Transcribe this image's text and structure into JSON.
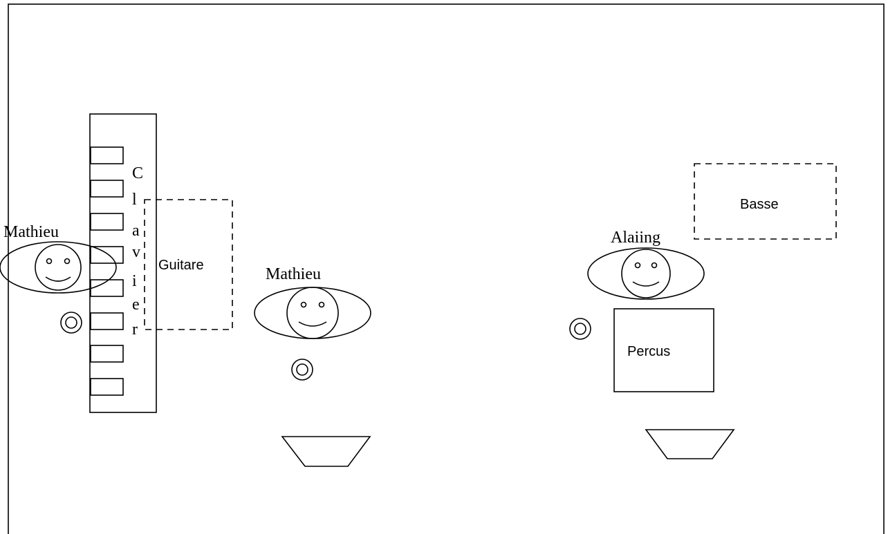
{
  "labels": {
    "mathieu_left": "Mathieu",
    "mathieu_center": "Mathieu",
    "alaiing": "Alaiing",
    "guitare": "Guitare",
    "basse": "Basse",
    "percus": "Percus",
    "clavier_letters": [
      "C",
      "l",
      "a",
      "v",
      "i",
      "e",
      "r"
    ]
  },
  "colors": {
    "stroke": "#000000",
    "background": "#ffffff"
  }
}
